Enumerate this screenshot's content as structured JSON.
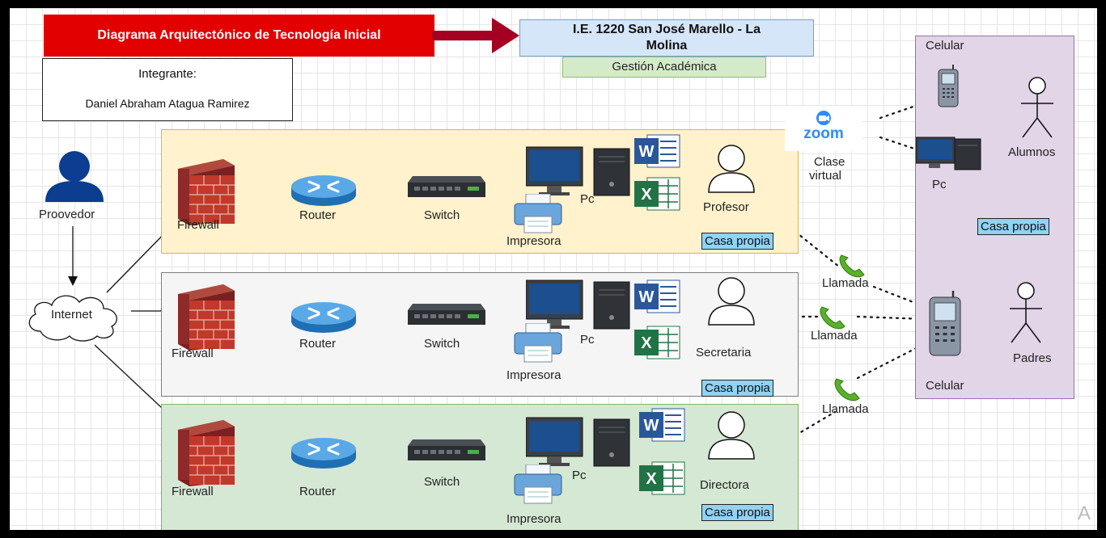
{
  "header": {
    "title": "Diagrama Arquitectónico de Tecnología Inicial",
    "members_label": "Integrante:",
    "member_name": "Daniel Abraham Atagua Ramirez",
    "school_line1": "I.E. 1220 San José Marello - La",
    "school_line2": "Molina",
    "area": "Gestión Académica"
  },
  "left": {
    "provider": "Proovedor",
    "internet": "Internet"
  },
  "rows": [
    {
      "firewall": "Firewall",
      "router": "Router",
      "switch": "Switch",
      "pc": "Pc",
      "printer": "Impresora",
      "person": "Profesor",
      "tag": "Casa propia"
    },
    {
      "firewall": "Firewall",
      "router": "Router",
      "switch": "Switch",
      "pc": "Pc",
      "printer": "Impresora",
      "person": "Secretaria",
      "tag": "Casa propia"
    },
    {
      "firewall": "Firewall",
      "router": "Router",
      "switch": "Switch",
      "pc": "Pc",
      "printer": "Impresora",
      "person": "Directora",
      "tag": "Casa propia"
    }
  ],
  "middle": {
    "zoom_label": "zoom",
    "virtual_class_line1": "Clase",
    "virtual_class_line2": "virtual",
    "calls": [
      "Llamada",
      "Llamada",
      "Llamada"
    ]
  },
  "right": {
    "cellphone_top": "Celular",
    "pc": "Pc",
    "students": "Alumnos",
    "tag": "Casa propia",
    "parents": "Padres",
    "cellphone_bottom": "Celular"
  },
  "office": {
    "word": "W",
    "excel": "X"
  },
  "watermark": "A",
  "colors": {
    "title_red": "#e30000",
    "arrow_red": "#a50021",
    "row1_bg": "#fff2cc",
    "row2_bg": "#f5f5f5",
    "row3_bg": "#d5e8d4",
    "purple_bg": "#e1d5e7",
    "tag_bg": "#8fd3f5",
    "provider_blue": "#0b3d91"
  }
}
